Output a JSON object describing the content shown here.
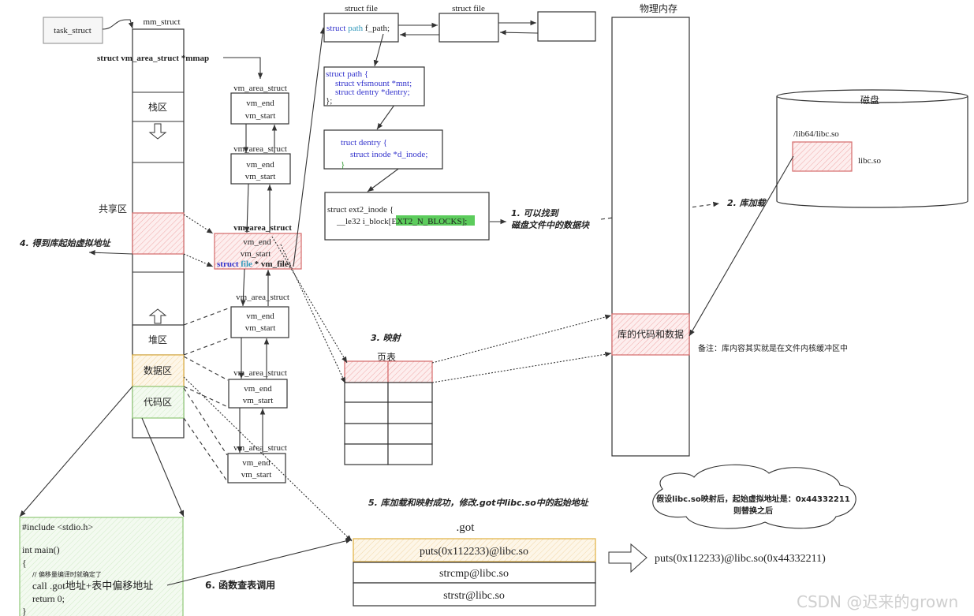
{
  "task_struct": "task_struct",
  "mm_struct": {
    "title": "mm_struct",
    "mmap_field": "struct vm_area_struct *mmap",
    "stack": "栈区",
    "shared": "共享区",
    "heap": "堆区",
    "data": "数据区",
    "code": "代码区"
  },
  "vm_area": {
    "title": "vm_area_struct",
    "vm_end": "vm_end",
    "vm_start": "vm_start",
    "vm_file_kw": "struct",
    "vm_file_type": "file",
    "vm_file_rest": "* vm_file;"
  },
  "struct_file": {
    "title": "struct file",
    "kw": "struct",
    "type": "path",
    "field": "f_path;"
  },
  "struct_path": [
    "struct path {",
    "struct vfsmount *mnt;",
    "struct dentry *dentry;",
    "};"
  ],
  "struct_dentry": [
    "truct dentry {",
    "struct inode *d_inode;",
    "}"
  ],
  "ext2_inode": {
    "line1": "struct ext2_inode {",
    "prefix": "__le32  i_block[",
    "highlight": "EXT2_N_BLOCKS",
    "suffix": "];",
    "highlight_color": "#5ccc5c"
  },
  "steps": {
    "s1_line1": "1. 可以找到",
    "s1_line2": "磁盘文件中的数据块",
    "s2": "2. 库加载",
    "s3": "3. 映射",
    "s4": "4. 得到库起始虚拟地址",
    "s5": "5. 库加载和映射成功，修改.got中libc.so中的起始地址",
    "s6": "6. 函数查表调用"
  },
  "physical_memory": {
    "title": "物理内存",
    "lib_block": "库的代码和数据",
    "note": "备注：库内容其实就是在文件内核缓冲区中"
  },
  "disk": {
    "title": "磁盘",
    "path": "/lib64/libc.so",
    "file": "libc.so"
  },
  "page_table": {
    "title": "页表"
  },
  "got": {
    "title": ".got",
    "rows": [
      "puts(0x112233)@libc.so",
      "strcmp@libc.so",
      "strstr@libc.so"
    ],
    "result": "puts(0x112233)@libc.so(0x44332211)"
  },
  "cloud": {
    "line1": "假设libc.so映射后，起始虚拟地址是：0x44332211",
    "line2": "则替换之后"
  },
  "code": {
    "lines": [
      "#include <stdio.h>",
      "int main()",
      "{",
      "// 偏移量编译时就确定了",
      "call .got地址+表中偏移地址",
      "return 0;",
      "}"
    ]
  },
  "watermark": "CSDN @迟来的grown",
  "colors": {
    "lib_red": "#d46a6a",
    "data_orange": "#e0b040",
    "code_green": "#90c878"
  }
}
